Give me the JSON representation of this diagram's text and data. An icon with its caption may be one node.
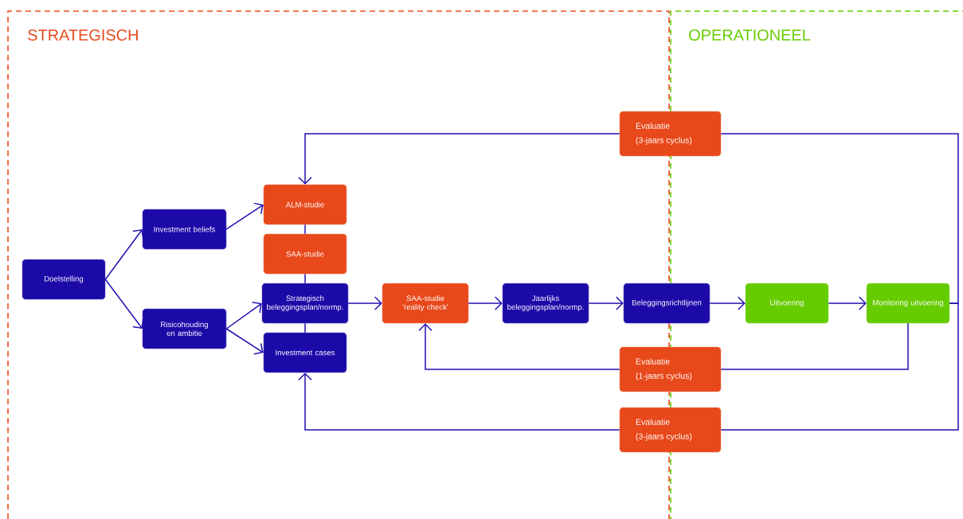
{
  "diagram": {
    "nodes": [
      {
        "text": [
          "STRATEGISCH"
        ]
      },
      {
        "text": [
          "OPERATIONEEL"
        ]
      },
      {
        "text": [
          "Doelstelling"
        ],
        "in": 0
      },
      {
        "text": [
          "Investment beliefs"
        ],
        "in": 0
      },
      {
        "text": [
          "Risicohouding en ambitie"
        ],
        "in": 0
      },
      {
        "text": [
          "ALM-studie"
        ],
        "in": 0
      },
      {
        "text": [
          "SAA-studie"
        ],
        "in": 0
      },
      {
        "text": [
          "Strategisch beleggingsplan/normp."
        ],
        "in": 0
      },
      {
        "text": [
          "Investment cases"
        ],
        "in": 0
      },
      {
        "text": [
          "SAA-studie 'reality check'"
        ],
        "in": 0
      },
      {
        "text": [
          "Jaarlijks beleggingsplan/normp."
        ],
        "in": 0
      },
      {
        "text": [
          "Beleggingsrichtlijnen"
        ]
      },
      {
        "text": [
          "Uitvoering"
        ],
        "in": 1
      },
      {
        "text": [
          "Monitoring uitvoering"
        ],
        "in": 1
      },
      {
        "text": [
          "Evaluatie",
          "(3-jaars cyclus)"
        ]
      },
      {
        "text": [
          "Evaluatie",
          "(1-jaars cyclus)"
        ]
      },
      {
        "text": [
          "Evaluatie",
          "(3-jaars cyclus)"
        ]
      }
    ],
    "edges": [
      {
        "from": 2,
        "to": 3,
        "arrow": "to"
      },
      {
        "from": 2,
        "to": 4,
        "arrow": "to"
      },
      {
        "from": 3,
        "to": 5,
        "arrow": "to"
      },
      {
        "from": 4,
        "to": 7,
        "arrow": "to"
      },
      {
        "from": 4,
        "to": 8,
        "arrow": "to"
      },
      {
        "from": 5,
        "to": 6,
        "arrow": "none"
      },
      {
        "from": 6,
        "to": 7,
        "arrow": "none"
      },
      {
        "from": 7,
        "to": 8,
        "arrow": "none"
      },
      {
        "from": 7,
        "to": 9,
        "arrow": "to"
      },
      {
        "from": 9,
        "to": 10,
        "arrow": "to"
      },
      {
        "from": 10,
        "to": 11,
        "arrow": "to"
      },
      {
        "from": 11,
        "to": 12,
        "arrow": "to"
      },
      {
        "from": 12,
        "to": 13,
        "arrow": "to"
      },
      {
        "from": 13,
        "to": 14,
        "arrow": "none"
      },
      {
        "from": 13,
        "to": 16,
        "arrow": "none"
      },
      {
        "from": 13,
        "to": 15,
        "arrow": "none"
      },
      {
        "from": 14,
        "to": 5,
        "arrow": "to"
      },
      {
        "from": 15,
        "to": 9,
        "arrow": "to"
      },
      {
        "from": 16,
        "to": 8,
        "arrow": "to"
      }
    ]
  }
}
